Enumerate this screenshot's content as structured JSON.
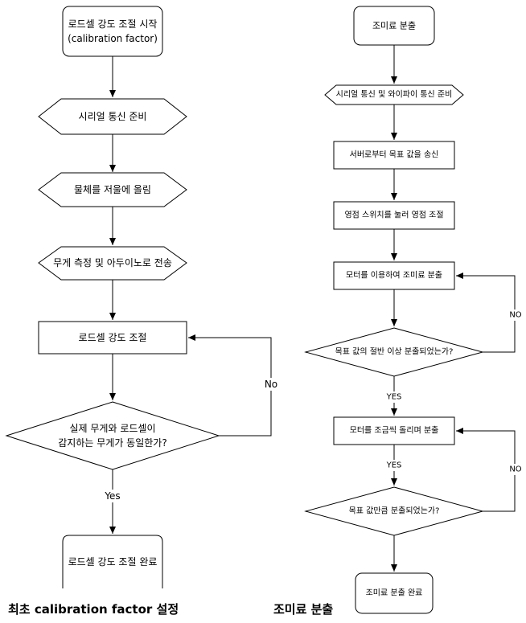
{
  "left": {
    "caption": "최초 calibration factor 설정",
    "start": [
      "로드셀 강도 조절 시작",
      "(calibration factor)"
    ],
    "serial": "시리얼 통신 준비",
    "place": "물체를 저울에 올림",
    "measure": "무게 측정 및 아두이노로 전송",
    "adjust": "로드셀 강도 조절",
    "decision": [
      "실제 무게와 로드셀이",
      "감지하는 무게가 동일한가?"
    ],
    "no": "No",
    "yes": "Yes",
    "end": "로드셀 강도 조절 완료"
  },
  "right": {
    "caption": "조미료 분출",
    "start": "조미료 분출",
    "serial": "시리얼 통신 및 와이파이 통신 준비",
    "recv": "서버로부터 목표 값을 송신",
    "zero": "영점 스위치를 눌러 영점 조절",
    "motor": "모터를 이용하여 조미료 분출",
    "half": "목표 값의 절반 이상 분출되었는가?",
    "no1": "NO",
    "yes1": "YES",
    "slow": "모터를 조금씩 돌리며 분출",
    "yes2": "YES",
    "full": "목표 값만큼 분출되었는가?",
    "no2": "NO",
    "end": "조미료 분출 완료"
  }
}
